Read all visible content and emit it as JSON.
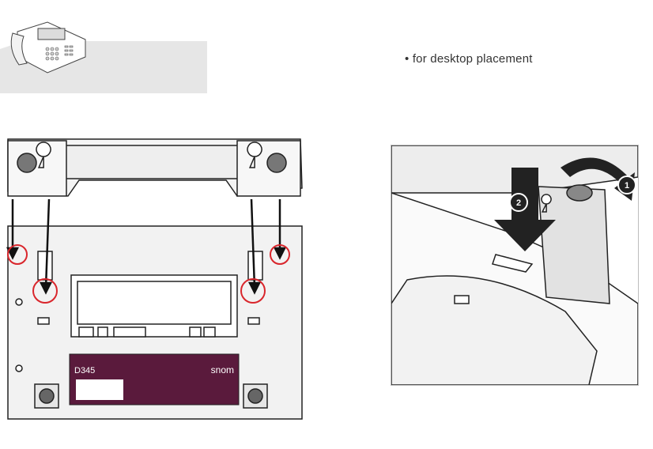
{
  "caption": {
    "text": "• for desktop placement"
  },
  "label": {
    "model": "D345",
    "brand": "snom"
  },
  "steps": [
    "1",
    "2"
  ],
  "colors": {
    "highlight_circle": "#d9262c",
    "label_plate": "#5a1a3c",
    "desk_gray": "#e6e6e6"
  }
}
